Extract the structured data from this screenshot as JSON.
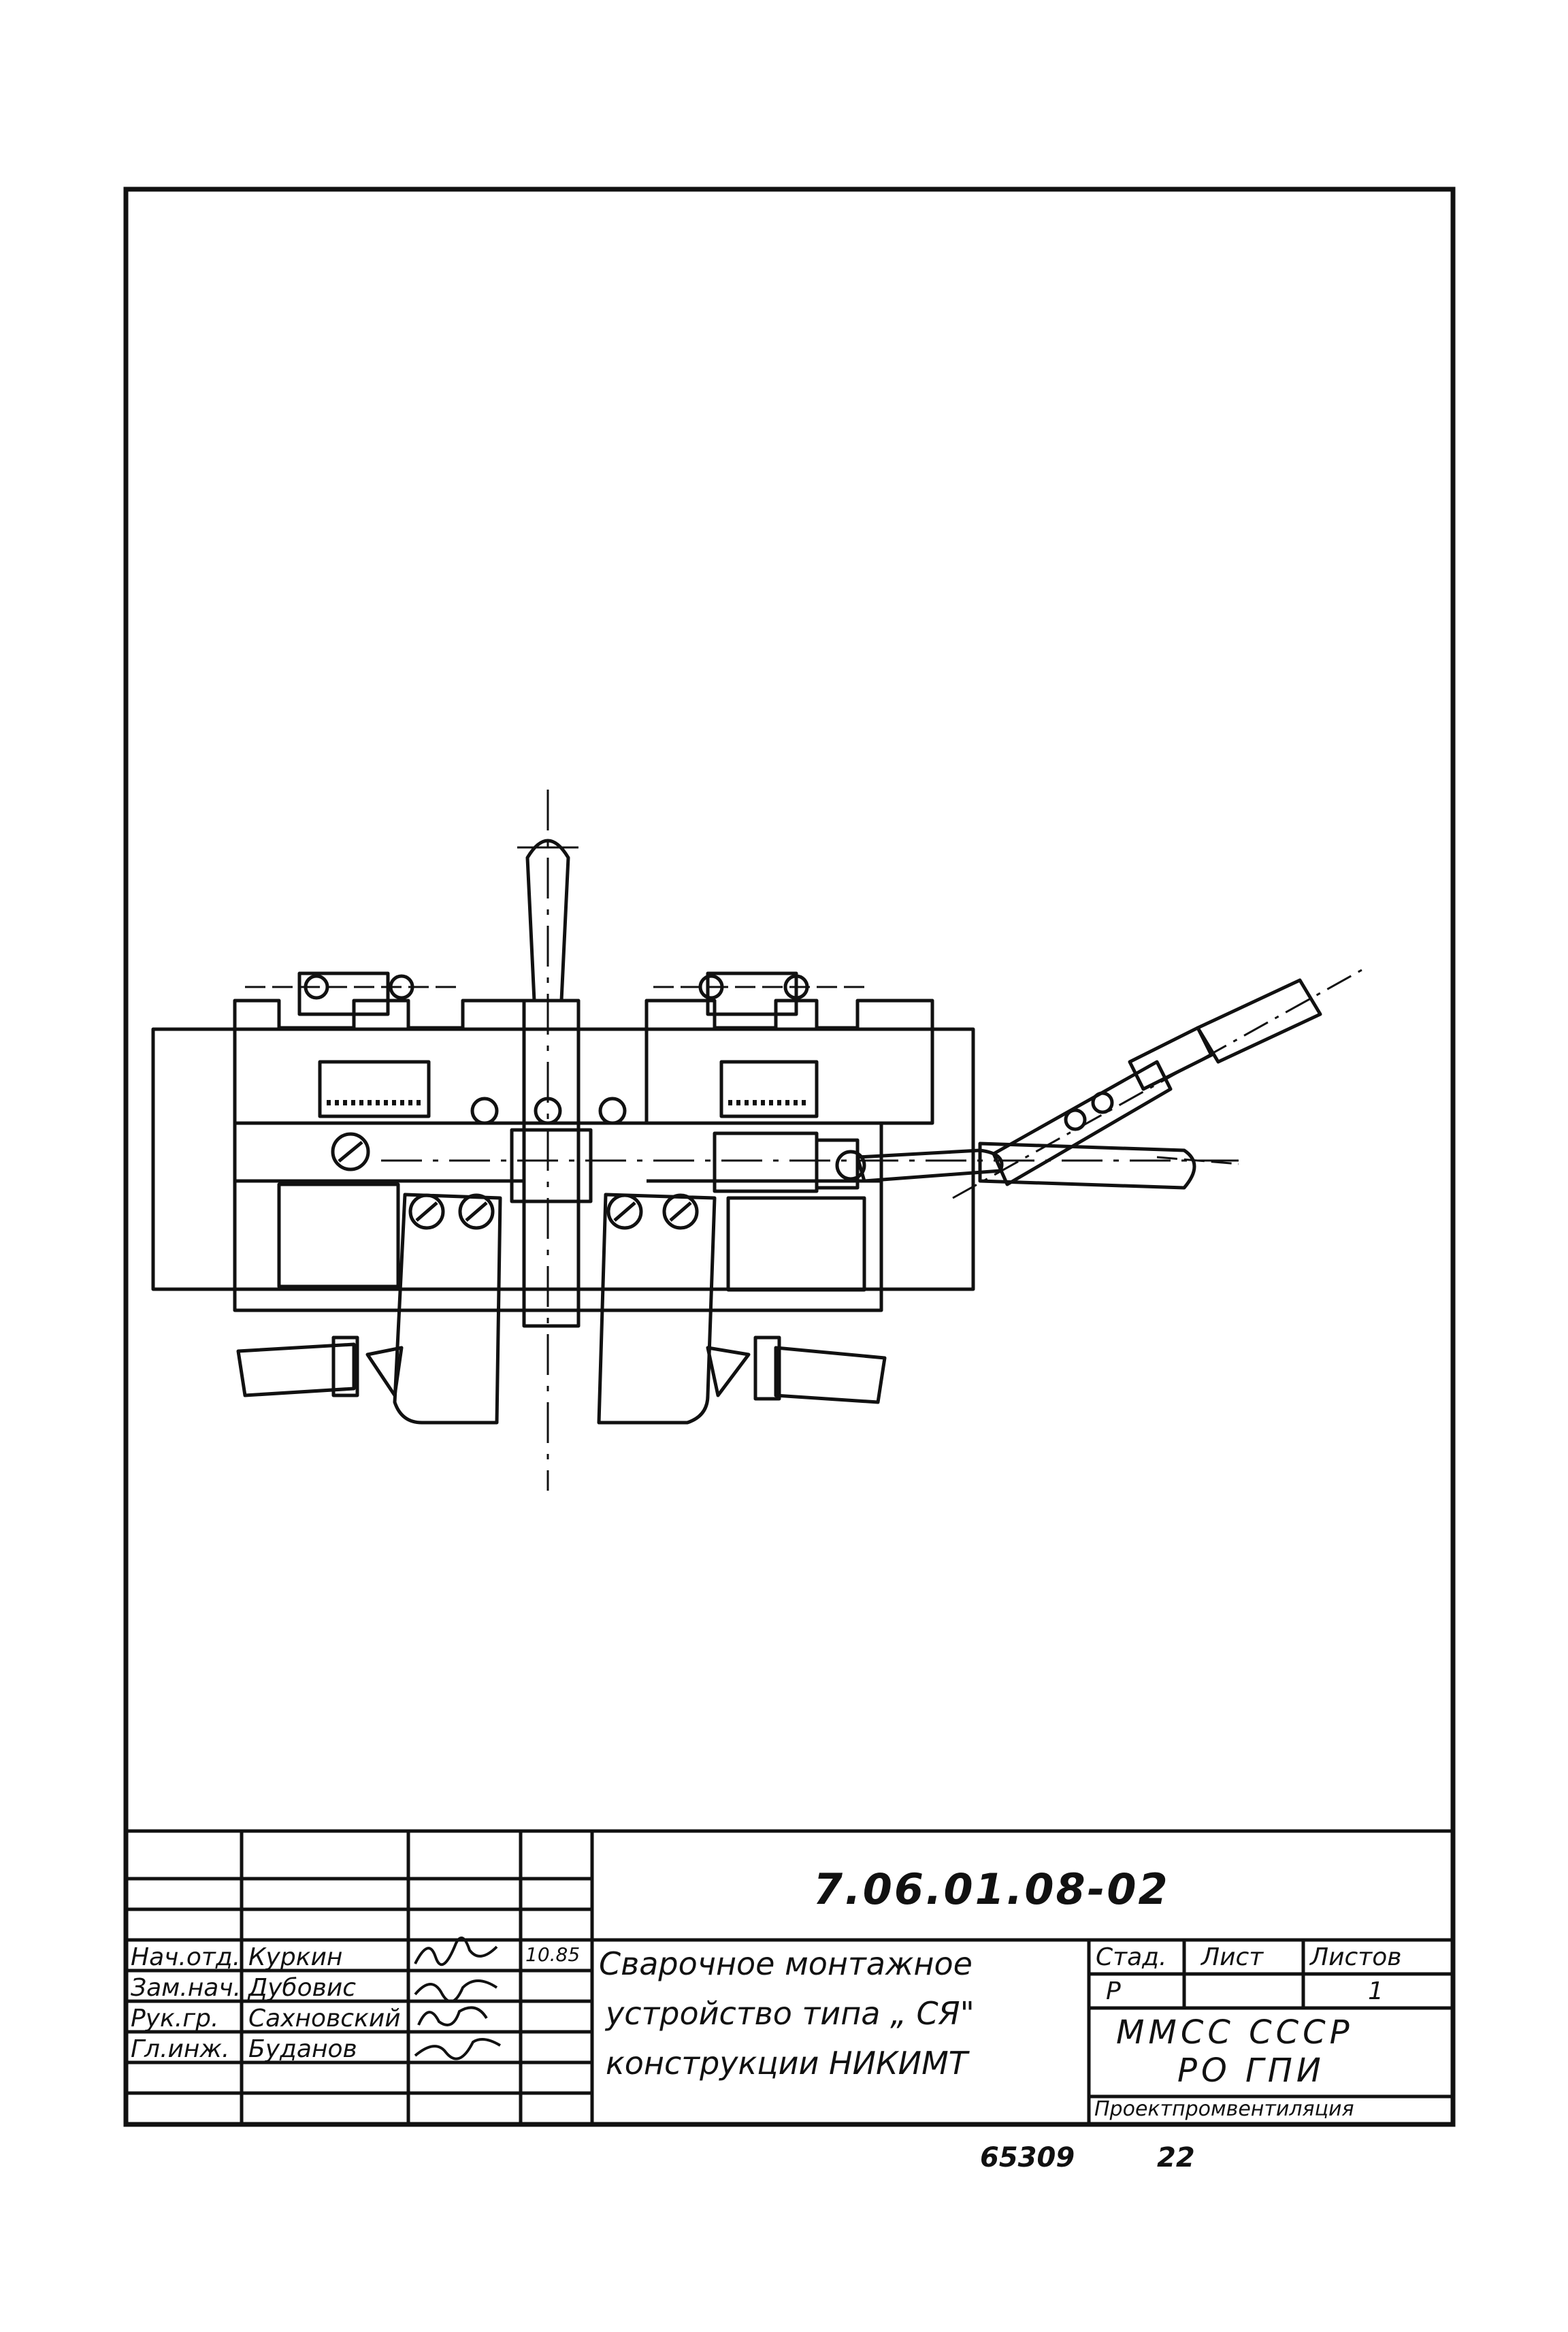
{
  "title_block": {
    "doc_code": "7.06.01.08-02",
    "title_lines": [
      "Сварочное монтажное",
      "устройство типа „ СЯ\"",
      "конструкции НИКИМТ"
    ],
    "roles": [
      {
        "role": "Нач.отд.",
        "name": "Куркин",
        "date": "10.85"
      },
      {
        "role": "Зам.нач.",
        "name": "Дубовис",
        "date": ""
      },
      {
        "role": "Рук.гр.",
        "name": "Сахновский",
        "date": ""
      },
      {
        "role": "Гл.инж.",
        "name": "Буданов",
        "date": ""
      }
    ],
    "stage_header": "Стад.",
    "sheet_header": "Лист",
    "sheets_header": "Листов",
    "stage_value": "Р",
    "sheet_value": "",
    "sheets_value": "1",
    "org_line1": "ММСС СССР",
    "org_line2": "РО ГПИ",
    "org_line3": "Проектпромвентиляция"
  },
  "footer": {
    "inventory_number": "65309",
    "page_number": "22"
  }
}
